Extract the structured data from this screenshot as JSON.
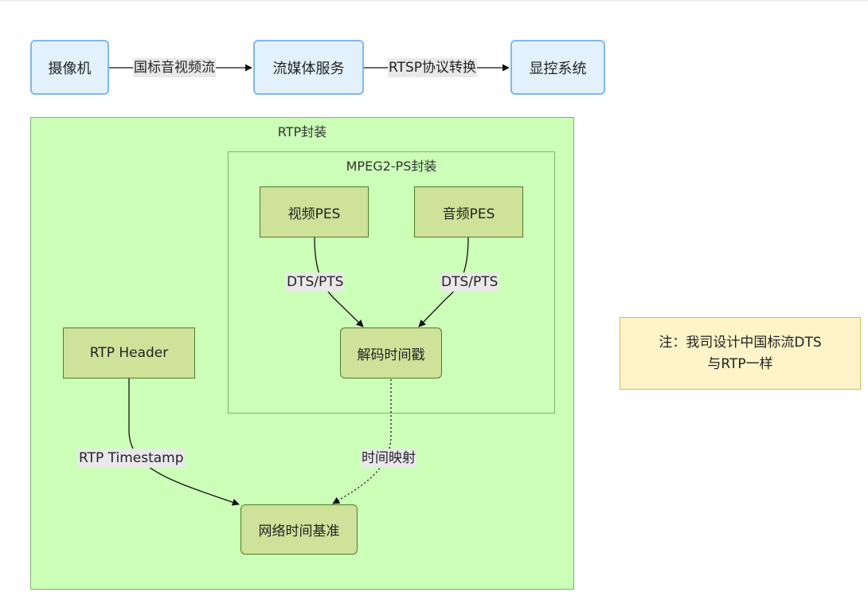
{
  "nodes": {
    "camera": "摄像机",
    "media_service": "流媒体服务",
    "display_control": "显控系统",
    "video_pes": "视频PES",
    "audio_pes": "音频PES",
    "decode_timestamp": "解码时间戳",
    "rtp_header": "RTP Header",
    "network_time_base": "网络时间基准"
  },
  "edges": {
    "camera_to_media": "国标音视频流",
    "media_to_display": "RTSP协议转换",
    "video_to_decode": "DTS/PTS",
    "audio_to_decode": "DTS/PTS",
    "header_to_network": "RTP Timestamp",
    "decode_to_network": "时间映射"
  },
  "clusters": {
    "rtp": "RTP封装",
    "mpeg2ps": "MPEG2-PS封装"
  },
  "note": {
    "line1": "注：我司设计中国标流DTS",
    "line2": "与RTP一样"
  },
  "colors": {
    "top_node_fill": "#e3f1fd",
    "top_node_border": "#7fb8ef",
    "cluster_fill": "#ccffb8",
    "inner_node_fill": "#cfe29a",
    "note_fill": "#fff4c8"
  }
}
